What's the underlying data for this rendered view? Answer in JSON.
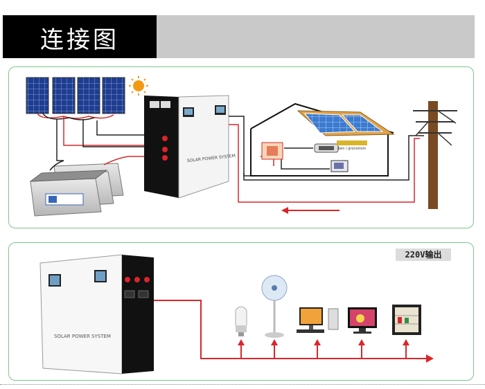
{
  "header": {
    "title": "连接图"
  },
  "top_panel": {
    "unit_label": "SOLAR POWER SYSTEM",
    "sign_text": "ben / grünstrom"
  },
  "bottom_panel": {
    "unit_label": "SOLAR POWER SYSTEM",
    "output_label": "220V输出"
  },
  "colors": {
    "wire_red": "#d9262b",
    "panel_border": "#7cc58a",
    "banner_gray": "#c9c9c9"
  }
}
